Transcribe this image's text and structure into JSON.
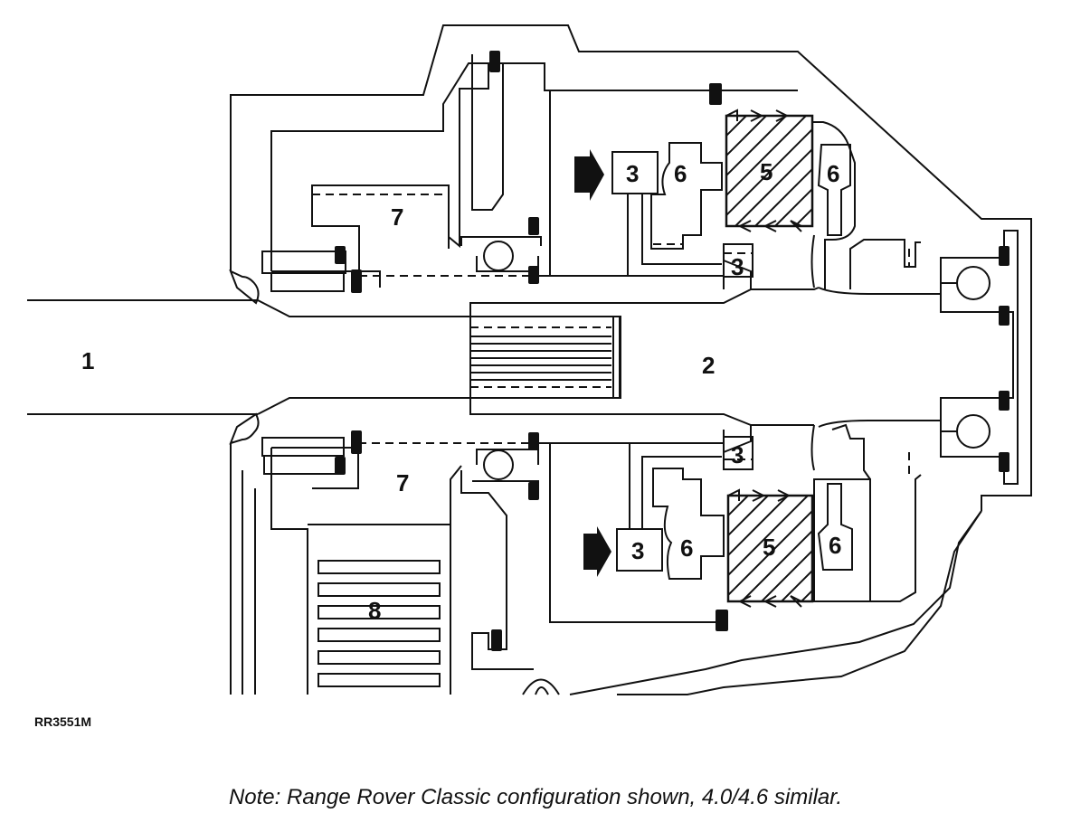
{
  "figure": {
    "reference_code": "RR3551M",
    "note": "Note:  Range Rover Classic configuration shown, 4.0/4.6 similar."
  },
  "callouts": {
    "c1": "1",
    "c2": "2",
    "c3_upper_block": "3",
    "c3_upper_small": "3",
    "c3_lower_block": "3",
    "c3_lower_small": "3",
    "c5_upper": "5",
    "c5_lower": "5",
    "c6_upper_left": "6",
    "c6_upper_right": "6",
    "c6_lower_left": "6",
    "c6_lower_right": "6",
    "c7_upper": "7",
    "c7_lower": "7",
    "c8": "8"
  },
  "colors": {
    "ink": "#111111",
    "paper": "#ffffff"
  }
}
